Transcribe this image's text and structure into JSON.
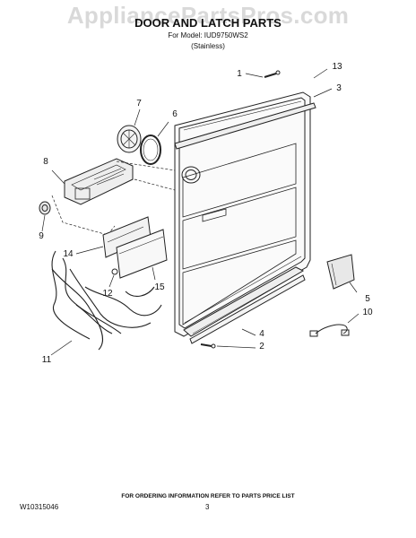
{
  "watermark": "AppliancePartsPros.com",
  "header": {
    "title": "DOOR AND LATCH PARTS",
    "model_line": "For Model: IUD9750WS2",
    "finish": "(Stainless)"
  },
  "footer": {
    "ordering_note": "FOR ORDERING INFORMATION REFER TO PARTS PRICE LIST",
    "doc_number": "W10315046",
    "page_number": "3"
  },
  "callouts": [
    "1",
    "13",
    "3",
    "7",
    "6",
    "8",
    "9",
    "14",
    "12",
    "15",
    "11",
    "5",
    "10",
    "4",
    "2"
  ]
}
